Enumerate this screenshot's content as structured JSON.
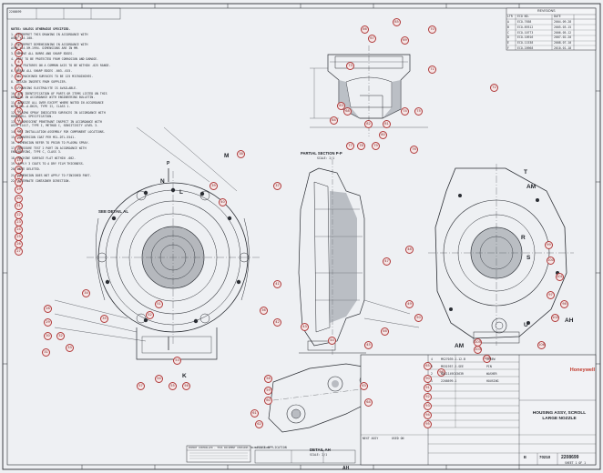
{
  "drawing": {
    "title_lines": [
      "HOUSING ASSY, SCROLL",
      "LARGE NOZZLE"
    ],
    "drawing_number": "2208699",
    "cage_code": "70210",
    "size": "E",
    "company": "Honeywell",
    "sheet": "SHEET 1 OF 1"
  },
  "notes": {
    "header": "NOTES: UNLESS OTHERWISE SPECIFIED.",
    "lines": [
      "1. INTERPRET THIS DRAWING IN ACCORDANCE WITH",
      "   ASME Y14.100.",
      "2. INTERPRET DIMENSIONING IN ACCORDANCE WITH",
      "   ASME Y14.5M-1994. DIMENSIONS ARE IN MM.",
      "3. REMOVE ALL BURRS AND SHARP EDGES.",
      "4. PART TO BE PROTECTED FROM CORROSION AND DAMAGE.",
      "5. ALL FEATURES ON A COMMON AXIS TO BE WITHIN .025 RANGE.",
      "6. BREAK ALL SHARP EDGES .003-.015.",
      "7. ALL MACHINED SURFACES TO BE 125 MICROINCHES.",
      "8. OBTAIN INSERTS FROM SUPPLIER.",
      "9. A MARKING ELECTROLYTE IS AVAILABLE.",
      "10. THE IDENTIFICATION OF PARTS OR ITEMS LISTED ON THIS",
      "    DRAWING IN ACCORDANCE WITH ENGINEERING BULLETIN.",
      "11. ANODIZE ALL OVER EXCEPT WHERE NOTED IN ACCORDANCE",
      "    WITH MIL-A-8625, TYPE II, CLASS 1.",
      "12. PLASMA SPRAY INDICATED SURFACES IN ACCORDANCE WITH",
      "    HONEYWELL SPECIFICATION.",
      "13. FLUORESCENT PENETRANT INSPECT IN ACCORDANCE WITH",
      "    ASTM E1417, TYPE I, METHOD C, SENSITIVITY LEVEL 3.",
      "14. SEE INSTALLATION ASSEMBLY FOR COMPONENT LOCATIONS.",
      "15. CONVERSION COAT PER MIL-DTL-5541.",
      "16. DIMENSION REFER TO PRIOR TO PLASMA SPRAY.",
      "17. PRESSURE TEST 2 PART IN ACCORDANCE WITH",
      "    ENGINEERING, TYPE C, CLASS 3.",
      "18. MACHINE SURFACE FLAT WITHIN .002.",
      "19. APPLY 3 COATS TO A DRY FILM THICKNESS.",
      "20. NOTE DELETED.",
      "21. DIMENSION DOES NOT APPLY TO FINISHED PART.",
      "22. ALTERNATE CONTAINER DIRECTION."
    ]
  },
  "revision_block": {
    "title": "REVISIONS",
    "headers": [
      "LTR",
      "ECO NO.",
      "DATE"
    ],
    "rows": [
      [
        "A",
        "ECO-7658",
        "2004-09-28"
      ],
      [
        "B",
        "ECO-89312",
        "2005-03-15"
      ],
      [
        "C",
        "ECO-10773",
        "2006-05-12"
      ],
      [
        "D",
        "ECO-10916",
        "2007-02-20"
      ],
      [
        "E",
        "ECO-11538",
        "2008-07-10"
      ],
      [
        "F",
        "ECO-20968",
        "2010-01-18"
      ]
    ]
  },
  "labels": {
    "partial_section": "PARTIAL SECTION P-P",
    "partial_scale": "SCALE: 2/1",
    "see_detail": "SEE DETAIL AL",
    "detail_ah": "DETAIL AH",
    "detail_ah_scale": "SCALE: 2/1",
    "view_letters": [
      "M",
      "N",
      "L",
      "P",
      "K",
      "R",
      "S",
      "T",
      "AM",
      "AH",
      "U",
      "AH",
      "AM"
    ],
    "first_application": "FIRST APPLICATION",
    "used_on": "USED ON",
    "next_assy": "NEXT ASSY"
  },
  "balloons": [
    "85",
    "86",
    "67",
    "69",
    "70",
    "71",
    "72",
    "73",
    "68",
    "83",
    "84",
    "82",
    "81",
    "80",
    "79",
    "78",
    "77",
    "76",
    "74",
    "75",
    "1",
    "2",
    "3",
    "4",
    "5",
    "6",
    "7",
    "8",
    "9",
    "10",
    "11",
    "12",
    "13",
    "14",
    "15",
    "16",
    "17",
    "18",
    "19",
    "20",
    "21",
    "22",
    "23",
    "24",
    "25",
    "26",
    "27",
    "28",
    "29",
    "30",
    "31",
    "32",
    "33",
    "34",
    "35",
    "36",
    "37",
    "38",
    "39",
    "40",
    "41",
    "42",
    "43",
    "44",
    "45",
    "46",
    "47",
    "48",
    "49",
    "50",
    "51",
    "52",
    "53",
    "54",
    "55",
    "56",
    "57",
    "58",
    "59",
    "60",
    "61",
    "62",
    "63",
    "64",
    "65",
    "90",
    "91",
    "92",
    "93",
    "94",
    "95",
    "96",
    "97",
    "98",
    "99",
    "100",
    "101",
    "102",
    "103",
    "104",
    "105",
    "106"
  ],
  "parts_list": {
    "rows": [
      [
        "4",
        "MS27039-1-12-B",
        "SCREW"
      ],
      [
        "3",
        "MS51957-2-SEE",
        "PIN"
      ],
      [
        "2",
        "NAS1149C0363R",
        "WASHER"
      ],
      [
        "1",
        "2208699-1",
        "HOUSING"
      ]
    ]
  },
  "export_notice": "EXPORT CONTROLLED - THIS DOCUMENT CONTAINS TECHNICAL DATA"
}
